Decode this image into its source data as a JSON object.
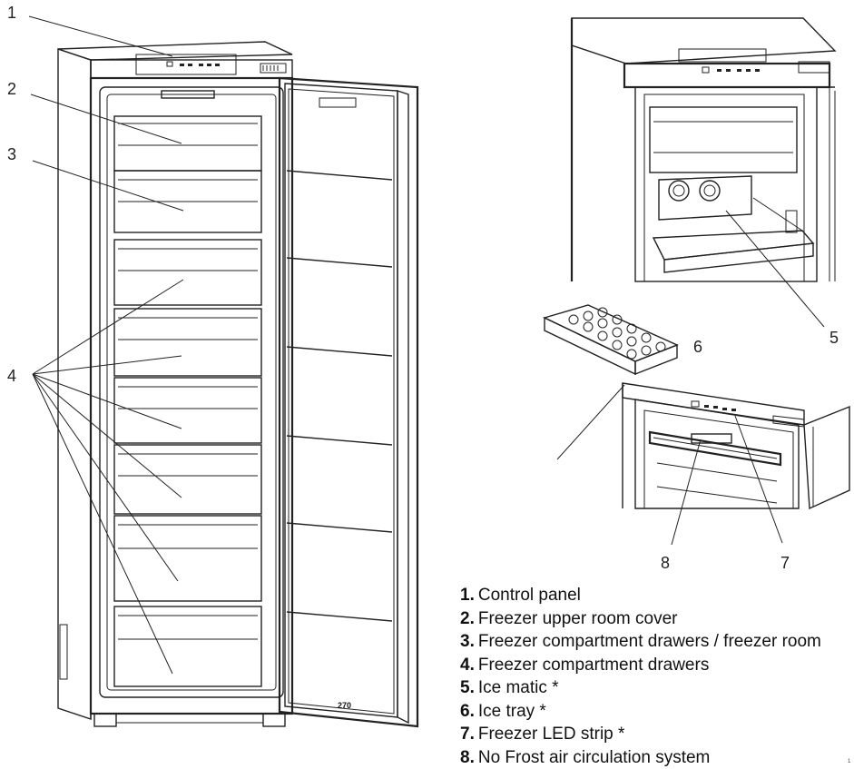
{
  "callouts": [
    "1",
    "2",
    "3",
    "4",
    "5",
    "6",
    "7",
    "8"
  ],
  "legend": [
    {
      "num": "1.",
      "text": "Control panel"
    },
    {
      "num": "2.",
      "text": "Freezer upper room cover"
    },
    {
      "num": "3.",
      "text": "Freezer compartment drawers / freezer room"
    },
    {
      "num": "4.",
      "text": "Freezer compartment drawers"
    },
    {
      "num": "5.",
      "text": "Ice matic *"
    },
    {
      "num": "6.",
      "text": "Ice tray *"
    },
    {
      "num": "7.",
      "text": "Freezer LED strip *"
    },
    {
      "num": "8.",
      "text": "No Frost air circulation system"
    }
  ],
  "door_label": "270",
  "page_marker": "1"
}
